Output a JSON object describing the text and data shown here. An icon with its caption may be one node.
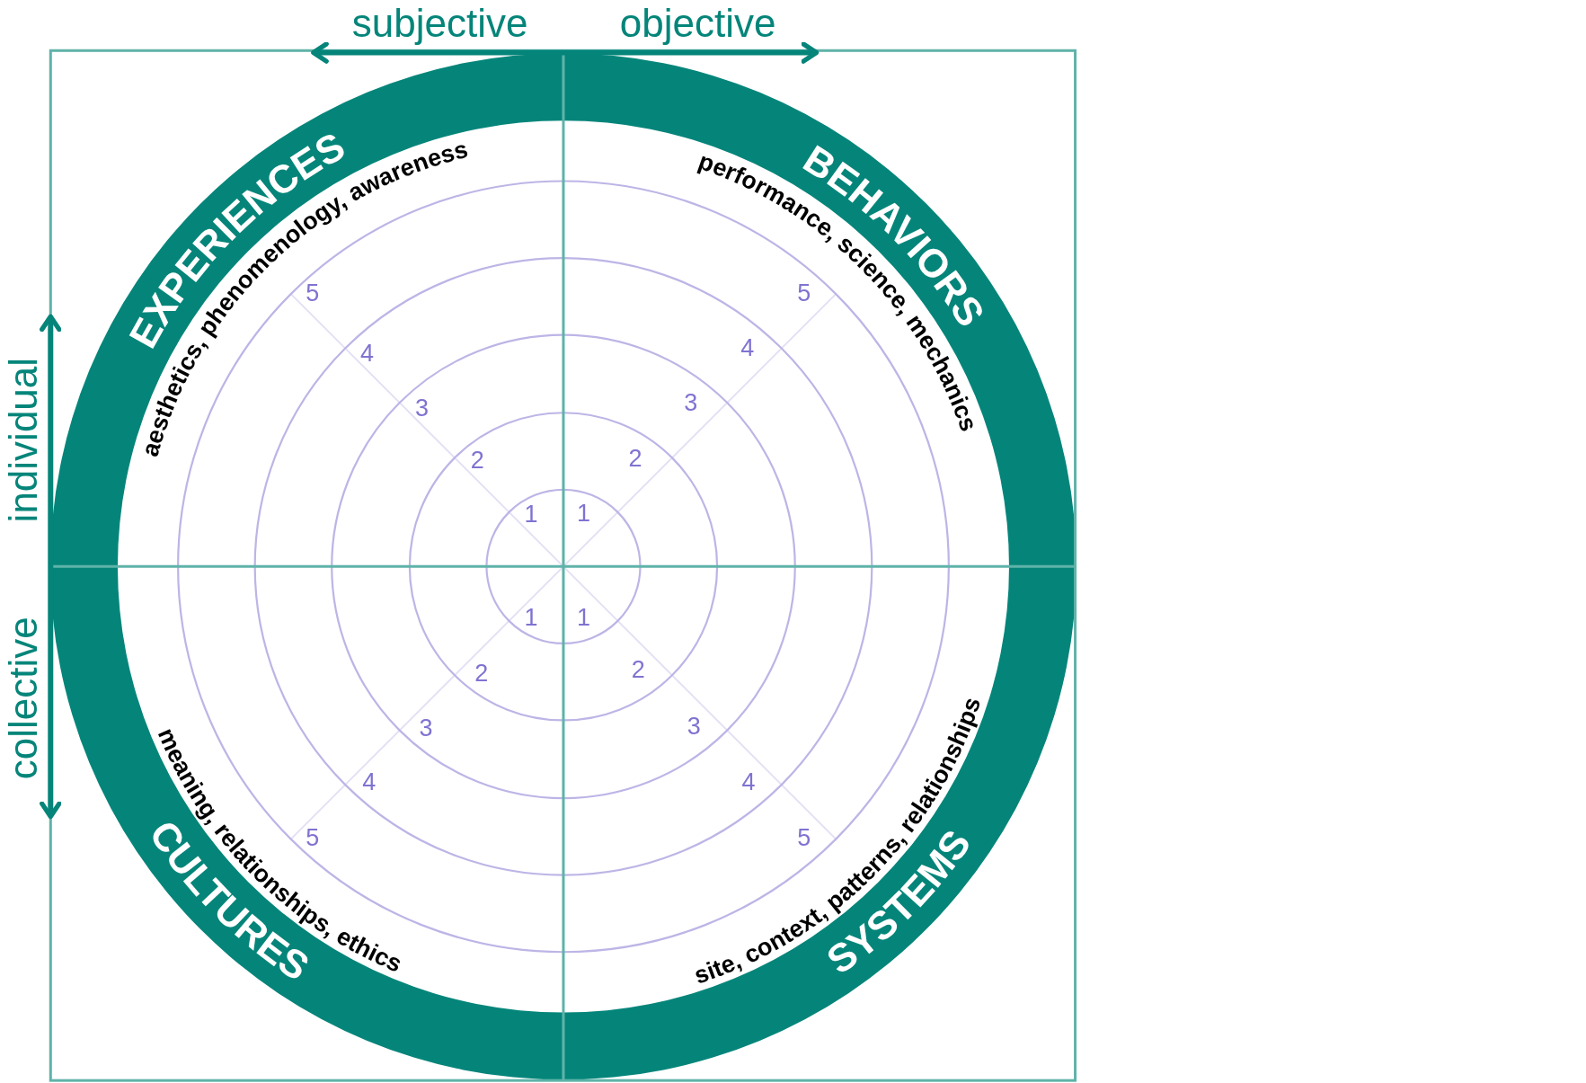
{
  "diagram": {
    "labels": [
      "subjective",
      "objective",
      "individual",
      "collective",
      "EXPERIENCES",
      "aesthetics, phenomenology, awareness",
      "BEHAVIORS",
      "performance, science, mechanics",
      "5",
      "4",
      "3",
      "2",
      "1",
      "5",
      "4",
      "3",
      "2",
      "1",
      "1",
      "2",
      "3",
      "4",
      "5",
      "1",
      "2",
      "3",
      "4",
      "5",
      "CULTURES",
      "meaning, relationships, ethics",
      "SYSTEMS",
      "site, context, patterns, relationships"
    ]
  }
}
